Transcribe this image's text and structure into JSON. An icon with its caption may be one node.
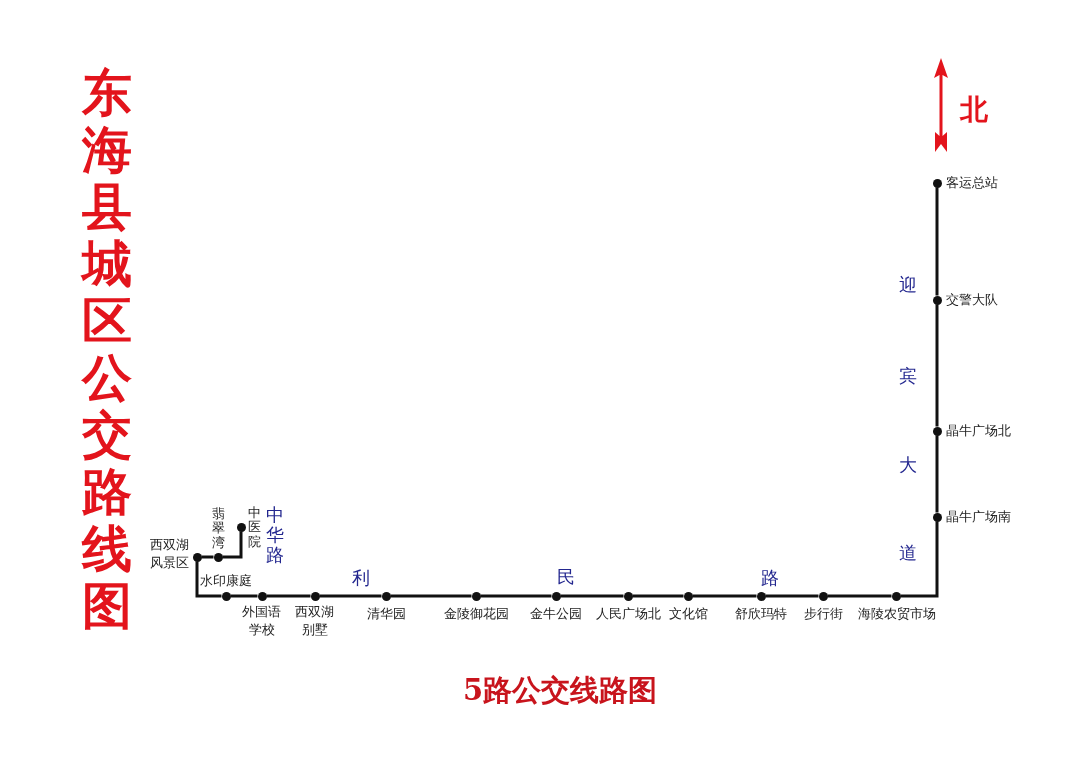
{
  "diagram": {
    "title": "东海县城区公交路线图",
    "caption": "5路公交线路图",
    "nodes": [
      {
        "text": [],
        "shape": "circle",
        "beside": [
          "中医院"
        ]
      },
      {
        "text": [],
        "shape": "circle",
        "beside": [
          "翡翠湾"
        ]
      },
      {
        "text": [],
        "shape": "circle",
        "beside": [
          "西双湖风景区"
        ]
      },
      {
        "text": [],
        "shape": "circle",
        "beside": [
          "水印康庭"
        ]
      },
      {
        "text": [],
        "shape": "circle",
        "beside": [
          "外国语学校"
        ]
      },
      {
        "text": [],
        "shape": "circle",
        "beside": [
          "西双湖别墅"
        ]
      },
      {
        "text": [],
        "shape": "circle",
        "beside": [
          "清华园"
        ]
      },
      {
        "text": [],
        "shape": "circle",
        "beside": [
          "金陵御花园"
        ]
      },
      {
        "text": [],
        "shape": "circle",
        "beside": [
          "金牛公园"
        ]
      },
      {
        "text": [],
        "shape": "circle",
        "beside": [
          "人民广场北"
        ]
      },
      {
        "text": [],
        "shape": "circle",
        "beside": [
          "文化馆"
        ]
      },
      {
        "text": [],
        "shape": "circle",
        "beside": [
          "舒欣玛特"
        ]
      },
      {
        "text": [],
        "shape": "circle",
        "beside": [
          "步行街"
        ]
      },
      {
        "text": [],
        "shape": "circle",
        "beside": [
          "海陵农贸市场"
        ]
      },
      {
        "text": [],
        "shape": "circle",
        "beside": [
          "晶牛广场南"
        ]
      },
      {
        "text": [],
        "shape": "circle",
        "beside": [
          "晶牛广场北"
        ]
      },
      {
        "text": [],
        "shape": "circle",
        "beside": [
          "交警大队"
        ]
      },
      {
        "text": [],
        "shape": "circle",
        "beside": [
          "客运总站"
        ]
      }
    ],
    "edges": [
      {
        "from": 0,
        "to": 1,
        "arrow": "none"
      },
      {
        "from": 1,
        "to": 2,
        "arrow": "none"
      },
      {
        "from": 2,
        "to": 3,
        "arrow": "none"
      },
      {
        "from": 3,
        "to": 4,
        "arrow": "none"
      },
      {
        "from": 4,
        "to": 5,
        "arrow": "none"
      },
      {
        "from": 5,
        "to": 6,
        "arrow": "none"
      },
      {
        "from": 6,
        "to": 7,
        "arrow": "none"
      },
      {
        "from": 7,
        "to": 8,
        "arrow": "none"
      },
      {
        "from": 8,
        "to": 9,
        "arrow": "none"
      },
      {
        "from": 9,
        "to": 10,
        "arrow": "none"
      },
      {
        "from": 10,
        "to": 11,
        "arrow": "none"
      },
      {
        "from": 11,
        "to": 12,
        "arrow": "none"
      },
      {
        "from": 12,
        "to": 13,
        "arrow": "none"
      },
      {
        "from": 13,
        "to": 14,
        "arrow": "none"
      },
      {
        "from": 14,
        "to": 15,
        "arrow": "none"
      },
      {
        "from": 15,
        "to": 16,
        "arrow": "none"
      },
      {
        "from": 16,
        "to": 17,
        "arrow": "none"
      }
    ],
    "labels": [
      "北",
      "迎",
      "宾",
      "大",
      "道",
      "中华路",
      "利",
      "民",
      "路"
    ]
  }
}
